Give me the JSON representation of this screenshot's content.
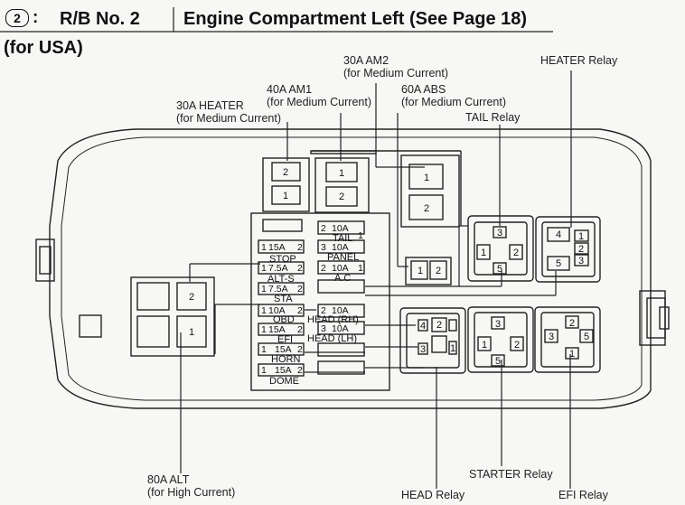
{
  "header": {
    "circle_number": "2",
    "separator": ":",
    "rb_label": "R/B No. 2",
    "title": "Engine Compartment Left (See Page 18)"
  },
  "region": "(for USA)",
  "callouts": {
    "heater_fuse": {
      "line1": "30A HEATER",
      "line2": "(for Medium Current)"
    },
    "am1_fuse": {
      "line1": "40A AM1",
      "line2": "(for Medium Current)"
    },
    "am2_fuse": {
      "line1": "30A AM2",
      "line2": "(for Medium Current)"
    },
    "abs_fuse": {
      "line1": "60A ABS",
      "line2": "(for Medium Current)"
    },
    "heater_relay": "HEATER Relay",
    "tail_relay": "TAIL Relay",
    "alt_fuse": {
      "line1": "80A ALT",
      "line2": "(for High Current)"
    },
    "head_relay": "HEAD Relay",
    "starter_relay": "STARTER Relay",
    "efi_relay": "EFI Relay"
  },
  "mini_fuses": {
    "stop": {
      "amp": "15A",
      "name": "STOP"
    },
    "alt_s": {
      "amp": "7.5A",
      "name": "ALT-S"
    },
    "sta": {
      "amp": "7.5A",
      "name": "STA"
    },
    "obd": {
      "amp": "10A",
      "name": "OBD"
    },
    "efi": {
      "amp": "15A",
      "name": "EFI"
    },
    "horn": {
      "amp": "15A",
      "name": "HORN"
    },
    "dome": {
      "amp": "15A",
      "name": "DOME"
    },
    "tail": {
      "amp": "10A",
      "name": "TAIL"
    },
    "panel": {
      "amp": "10A",
      "name": "PANEL"
    },
    "ac": {
      "amp": "10A",
      "name": "A.C"
    },
    "head_rh": {
      "amp": "10A",
      "name": "HEAD (RH)"
    },
    "head_lh": {
      "amp": "10A",
      "name": "HEAD (LH)"
    }
  },
  "pin_labels": {
    "p1": "1",
    "p2": "2",
    "p3": "3",
    "p4": "4",
    "p5": "5"
  }
}
